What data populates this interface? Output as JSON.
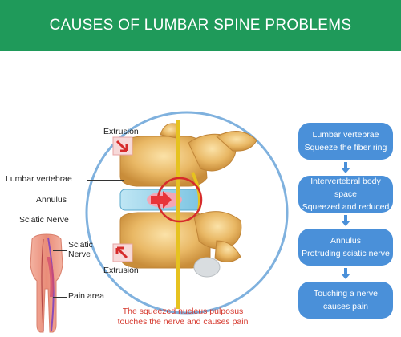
{
  "header": {
    "title": "CAUSES OF LUMBAR SPINE PROBLEMS"
  },
  "labels": {
    "extrusion_top": "Extrusion",
    "lumbar_vertebrae": "Lumbar vertebrae",
    "annulus": "Annulus",
    "sciatic_nerve": "Sciatic Nerve",
    "sciatic_nerve_body_line1": "Sciatic",
    "sciatic_nerve_body_line2": "Nerve",
    "pain_area": "Pain area",
    "extrusion_bottom": "Extrusion"
  },
  "caption": {
    "line1": "The squeezed nucleus pulposus",
    "line2": "touches the nerve and causes pain"
  },
  "flow": [
    {
      "line1": "Lumbar vertebrae",
      "line2": "Squeeze the fiber ring"
    },
    {
      "line1": "Intervertebral body space",
      "line2": "Squeezed and reduced"
    },
    {
      "line1": "Annulus",
      "line2": "Protruding sciatic nerve"
    },
    {
      "line1": "Touching a nerve",
      "line2": "causes pain"
    }
  ],
  "colors": {
    "header": "#1f9a5a",
    "flow_box": "#4a90d9",
    "caption": "#d63a2f",
    "circle": "#7fb1de",
    "bone": "#e8b968",
    "nerve": "#e6c21f",
    "disc": "#8fd0ea",
    "highlight": "#d62b2b"
  }
}
